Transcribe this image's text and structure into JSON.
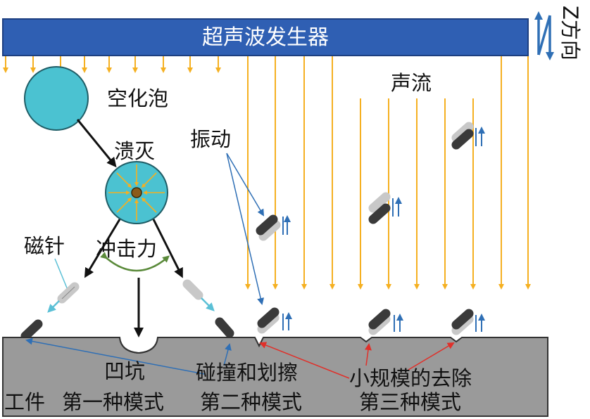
{
  "title_bar": {
    "label": "超声波发生器",
    "color": "#2f5fb3"
  },
  "z_axis": {
    "label": "Z方向"
  },
  "labels": {
    "cavitation_bubble": "空化泡",
    "collapse": "溃灭",
    "impact_force": "冲击力",
    "magnetic_needle": "磁针",
    "vibration": "振动",
    "acoustic_streaming": "声流",
    "pit": "凹坑",
    "collision_scratch": "碰撞和划擦",
    "small_removal": "小规模的去除",
    "workpiece": "工件",
    "mode1": "第一种模式",
    "mode2": "第二种模式",
    "mode3": "第三种模式"
  },
  "colors": {
    "arrow_yellow": "#f5b021",
    "bubble": "#4bc2d1",
    "workpiece": "#9a9a9a",
    "needle_dark": "#3a3a3a",
    "needle_light": "#c8c8c8",
    "blue_arrow": "#2f6fb5",
    "red_arrow": "#e0302a",
    "green_arc": "#5a8a3a"
  }
}
